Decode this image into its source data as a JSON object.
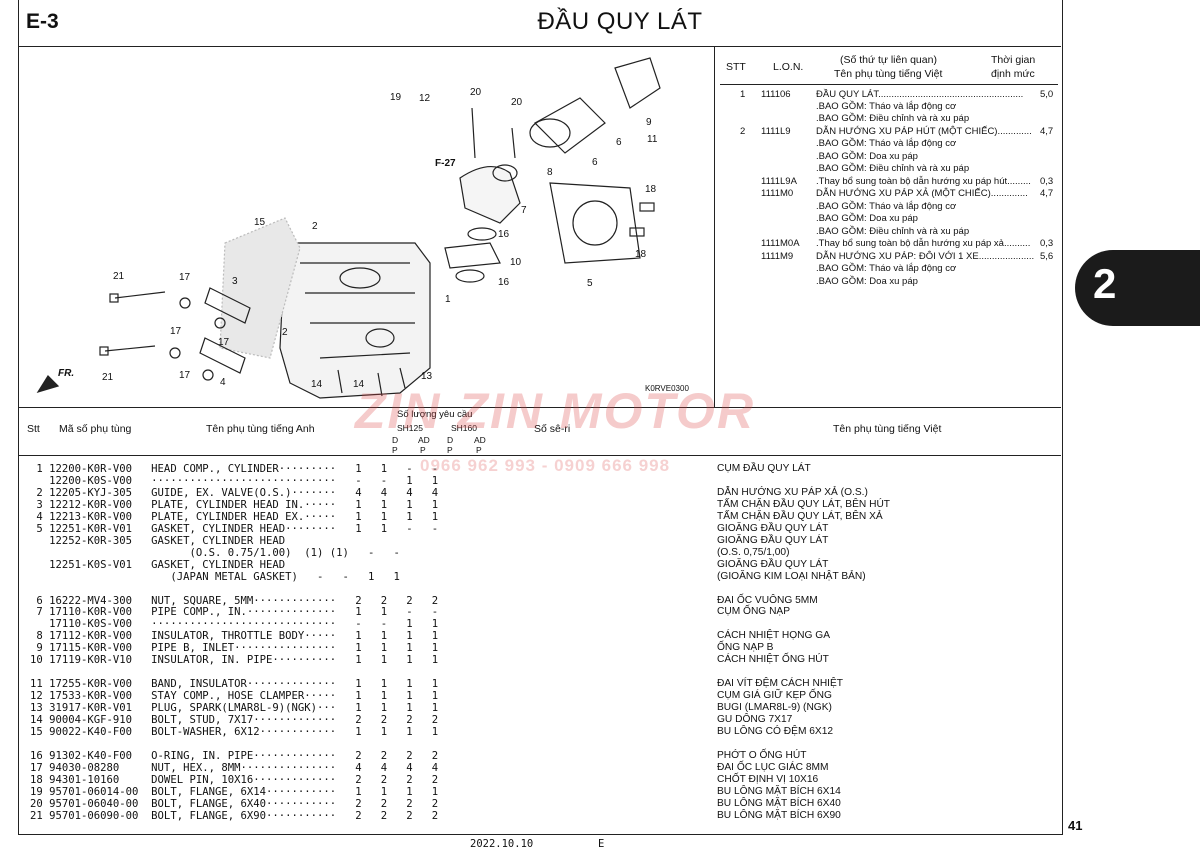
{
  "header": {
    "code": "E-3",
    "title": "ĐẦU QUY LÁT"
  },
  "side_tab": "2",
  "page_number": "41",
  "footer": {
    "date": "2022.10.10",
    "edition": "E"
  },
  "diagram": {
    "ref_code": "K0RVE0300",
    "direction_label": "FR.",
    "ref_label": "F-27",
    "callouts": [
      "19",
      "12",
      "20",
      "20",
      "9",
      "6",
      "11",
      "6",
      "8",
      "7",
      "18",
      "18",
      "16",
      "10",
      "16",
      "5",
      "15",
      "2",
      "1",
      "21",
      "17",
      "3",
      "17",
      "17",
      "2",
      "4",
      "21",
      "17",
      "14",
      "13",
      "14"
    ]
  },
  "right_panel": {
    "col_stt": "STT",
    "col_lon": "L.O.N.",
    "col_name_1": "(Số thứ tự liên quan)",
    "col_name_2": "Tên phụ tùng tiếng Việt",
    "col_time_1": "Thời gian",
    "col_time_2": "định mức",
    "rows": [
      {
        "stt": "1",
        "lon": "111106",
        "name": "ĐẦU QUY LÁT.......................................................",
        "time": "5,0"
      },
      {
        "stt": "",
        "lon": "",
        "name": ".BAO GỒM: Tháo và lắp động cơ",
        "time": ""
      },
      {
        "stt": "",
        "lon": "",
        "name": ".BAO GỒM: Điều chỉnh và rà xu páp",
        "time": ""
      },
      {
        "stt": "2",
        "lon": "1111L9",
        "name": "DẪN HƯỚNG XU PÁP HÚT (MỘT CHIẾC).............",
        "time": "4,7"
      },
      {
        "stt": "",
        "lon": "",
        "name": ".BAO GỒM: Tháo và lắp động cơ",
        "time": ""
      },
      {
        "stt": "",
        "lon": "",
        "name": ".BAO GỒM: Doa xu páp",
        "time": ""
      },
      {
        "stt": "",
        "lon": "",
        "name": ".BAO GỒM: Điều chỉnh và rà xu páp",
        "time": ""
      },
      {
        "stt": "",
        "lon": "1111L9A",
        "name": ".Thay bổ sung toàn bộ dẫn hướng xu páp hút.........",
        "time": "0,3"
      },
      {
        "stt": "",
        "lon": "1111M0",
        "name": "DẪN HƯỚNG XU PÁP XẢ (MỘT CHIẾC)..............",
        "time": "4,7"
      },
      {
        "stt": "",
        "lon": "",
        "name": ".BAO GỒM: Tháo và lắp động cơ",
        "time": ""
      },
      {
        "stt": "",
        "lon": "",
        "name": ".BAO GỒM: Doa xu páp",
        "time": ""
      },
      {
        "stt": "",
        "lon": "",
        "name": ".BAO GỒM: Điều chỉnh và rà xu páp",
        "time": ""
      },
      {
        "stt": "",
        "lon": "1111M0A",
        "name": ".Thay bổ sung toàn bộ dẫn hướng xu páp xả..........",
        "time": "0,3"
      },
      {
        "stt": "",
        "lon": "1111M9",
        "name": "DẪN HƯỚNG XU PÁP: ĐÔI VỚI 1 XE.....................",
        "time": "5,6"
      },
      {
        "stt": "",
        "lon": "",
        "name": ".BAO GỒM: Tháo và lắp động cơ",
        "time": ""
      },
      {
        "stt": "",
        "lon": "",
        "name": ".BAO GỒM: Doa xu páp",
        "time": ""
      }
    ]
  },
  "table_header": {
    "stt": "Stt",
    "part_no": "Mã số phụ tùng",
    "name_en": "Tên phụ tùng tiếng Anh",
    "qty": "Số lượng yêu cầu",
    "sh125": "SH125",
    "sh160": "SH160",
    "dp": "D",
    "adp": "AD",
    "p": "P",
    "serial": "Số sê-ri",
    "name_vi": "Tên phụ tùng tiếng Việt"
  },
  "parts_lines": [
    {
      "en": " 1 12200-K0R-V00   HEAD COMP., CYLINDER·········   1   1   -   -",
      "vi": "CỤM ĐẦU QUY LÁT"
    },
    {
      "en": "   12200-K0S-V00   ·····························   -   -   1   1",
      "vi": ""
    },
    {
      "en": " 2 12205-KYJ-305   GUIDE, EX. VALVE(O.S.)·······   4   4   4   4",
      "vi": "DẪN HƯỚNG XU PÁP XẢ (O.S.)"
    },
    {
      "en": " 3 12212-K0R-V00   PLATE, CYLINDER HEAD IN.·····   1   1   1   1",
      "vi": "TẤM CHẶN ĐẦU QUY LÁT, BÊN HÚT"
    },
    {
      "en": " 4 12213-K0R-V00   PLATE, CYLINDER HEAD EX.·····   1   1   1   1",
      "vi": "TẤM CHẶN ĐẦU QUY LÁT, BÊN XẢ"
    },
    {
      "en": " 5 12251-K0R-V01   GASKET, CYLINDER HEAD········   1   1   -   -",
      "vi": "GIOĂNG ĐẦU QUY LÁT"
    },
    {
      "en": "   12252-K0R-305   GASKET, CYLINDER HEAD",
      "vi": "GIOĂNG ĐẦU QUY LÁT"
    },
    {
      "en": "                         (O.S. 0.75/1.00)  (1) (1)   -   -",
      "vi": "                                    (O.S. 0,75/1,00)"
    },
    {
      "en": "   12251-K0S-V01   GASKET, CYLINDER HEAD",
      "vi": "GIOĂNG ĐẦU QUY LÁT"
    },
    {
      "en": "                      (JAPAN METAL GASKET)   -   -   1   1",
      "vi": "                                    (GIOĂNG KIM LOẠI NHẬT BẢN)"
    },
    {
      "en": "",
      "vi": ""
    },
    {
      "en": " 6 16222-MV4-300   NUT, SQUARE, 5MM·············   2   2   2   2",
      "vi": "ĐAI ỐC VUÔNG 5MM"
    },
    {
      "en": " 7 17110-K0R-V00   PIPE COMP., IN.··············   1   1   -   -",
      "vi": "CỤM ỐNG NẠP"
    },
    {
      "en": "   17110-K0S-V00   ·····························   -   -   1   1",
      "vi": ""
    },
    {
      "en": " 8 17112-K0R-V00   INSULATOR, THROTTLE BODY·····   1   1   1   1",
      "vi": "CÁCH NHIỆT HỌNG GA"
    },
    {
      "en": " 9 17115-K0R-V00   PIPE B, INLET················   1   1   1   1",
      "vi": "ỐNG NẠP B"
    },
    {
      "en": "10 17119-K0R-V10   INSULATOR, IN. PIPE··········   1   1   1   1",
      "vi": "CÁCH NHIỆT ỐNG HÚT"
    },
    {
      "en": "",
      "vi": ""
    },
    {
      "en": "11 17255-K0R-V00   BAND, INSULATOR··············   1   1   1   1",
      "vi": "ĐAI VÍT ĐỆM CÁCH NHIỆT"
    },
    {
      "en": "12 17533-K0R-V00   STAY COMP., HOSE CLAMPER·····   1   1   1   1",
      "vi": "CỤM GIÁ GIỮ KẸP ỐNG"
    },
    {
      "en": "13 31917-K0R-V01   PLUG, SPARK(LMAR8L-9)(NGK)···   1   1   1   1",
      "vi": "BUGI (LMAR8L-9) (NGK)"
    },
    {
      "en": "14 90004-KGF-910   BOLT, STUD, 7X17·············   2   2   2   2",
      "vi": "GU DÔNG 7X17"
    },
    {
      "en": "15 90022-K40-F00   BOLT-WASHER, 6X12············   1   1   1   1",
      "vi": "BU LÔNG CÓ ĐỆM 6X12"
    },
    {
      "en": "",
      "vi": ""
    },
    {
      "en": "16 91302-K40-F00   O-RING, IN. PIPE·············   2   2   2   2",
      "vi": "PHỚT O ỐNG HÚT"
    },
    {
      "en": "17 94030-08280     NUT, HEX., 8MM···············   4   4   4   4",
      "vi": "ĐAI ỐC LỤC GIÁC 8MM"
    },
    {
      "en": "18 94301-10160     DOWEL PIN, 10X16·············   2   2   2   2",
      "vi": "CHỐT ĐỊNH VỊ 10X16"
    },
    {
      "en": "19 95701-06014-00  BOLT, FLANGE, 6X14···········   1   1   1   1",
      "vi": "BU LÔNG MẶT BÍCH 6X14"
    },
    {
      "en": "20 95701-06040-00  BOLT, FLANGE, 6X40···········   2   2   2   2",
      "vi": "BU LÔNG MẶT BÍCH 6X40"
    },
    {
      "en": "21 95701-06090-00  BOLT, FLANGE, 6X90···········   2   2   2   2",
      "vi": "BU LÔNG MẶT BÍCH 6X90"
    }
  ],
  "watermark": {
    "brand": "ZIN ZIN MOTOR",
    "phone": "0966 962 993 - 0909 666 998"
  }
}
